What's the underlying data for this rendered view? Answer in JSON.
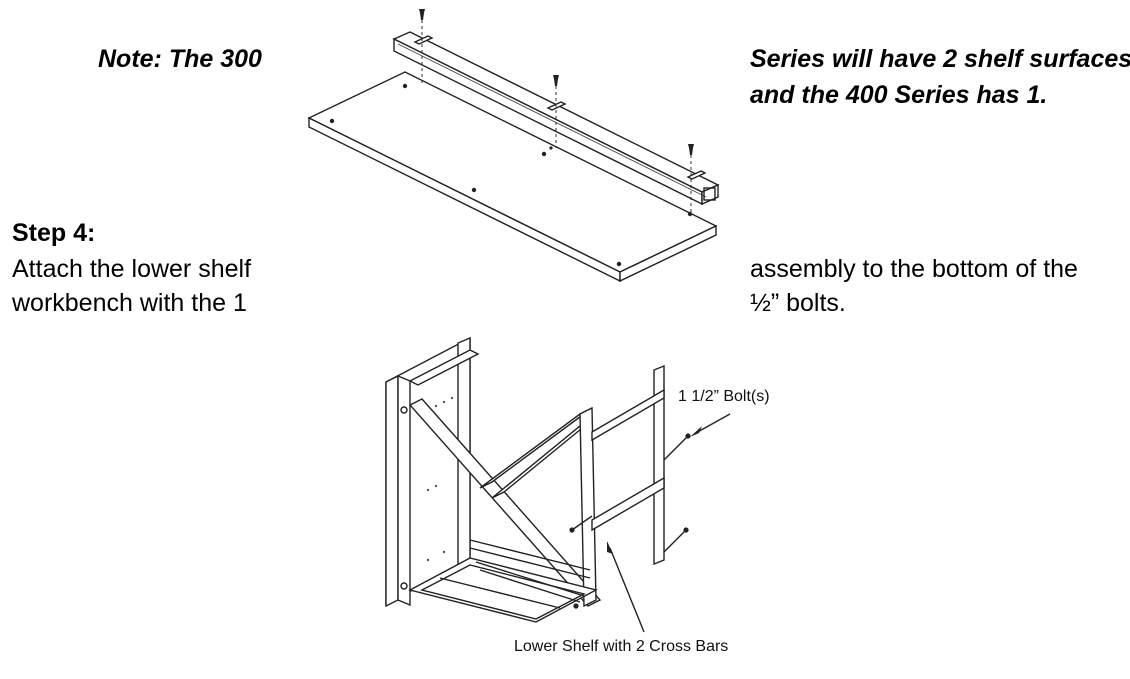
{
  "note": {
    "left": "Note: The 300",
    "right_line1": "Series will have 2 shelf surfaces",
    "right_line2": "and the 400 Series has 1."
  },
  "step": {
    "heading": "Step 4:",
    "left_line1": "Attach the lower shelf",
    "left_line2": "workbench with the 1",
    "right_line1": "assembly to the bottom of the",
    "right_line2": "½” bolts."
  },
  "figure2": {
    "bolt_label": "1 1/2” Bolt(s)",
    "shelf_label": "Lower Shelf with 2 Cross Bars"
  }
}
